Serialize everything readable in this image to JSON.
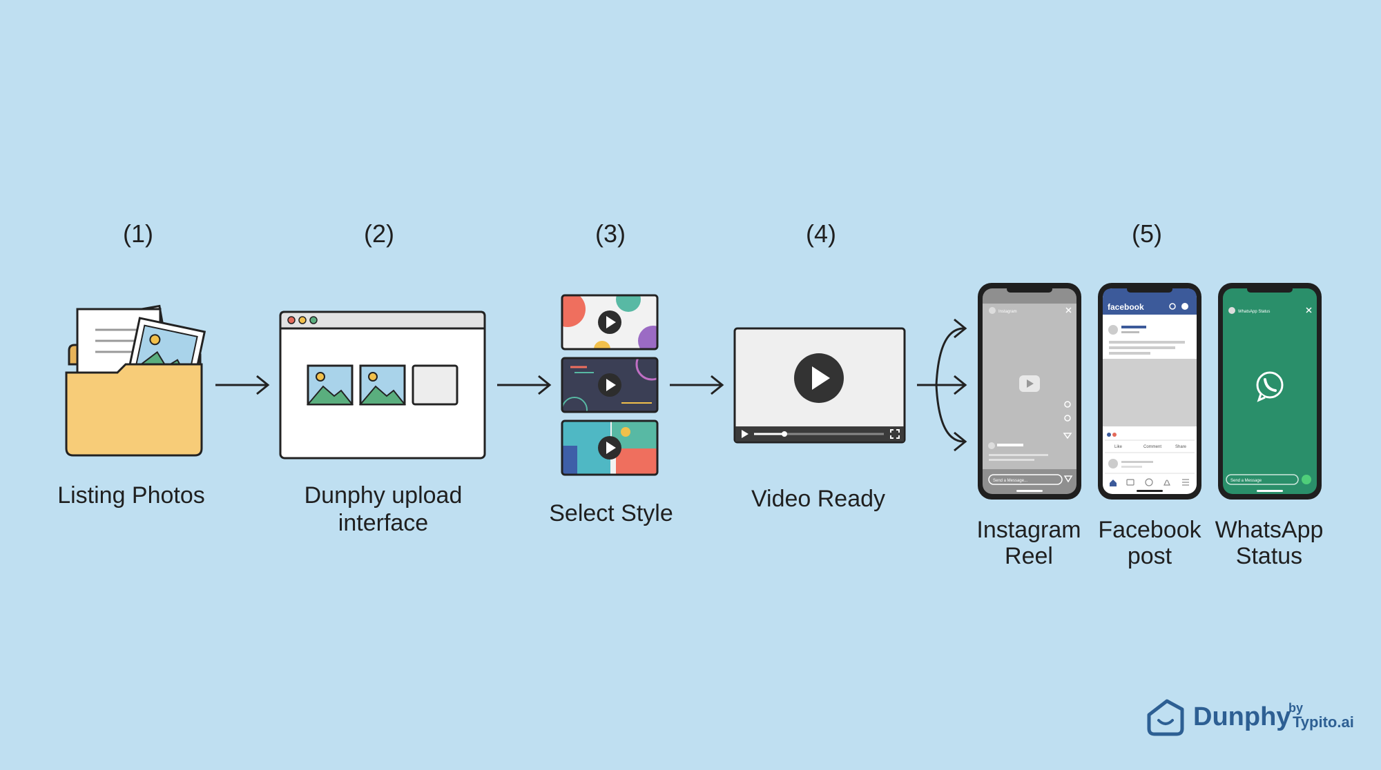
{
  "steps": [
    {
      "number": "(1)",
      "label": "Listing Photos"
    },
    {
      "number": "(2)",
      "label_line1": "Dunphy upload",
      "label_line2": "interface"
    },
    {
      "number": "(3)",
      "label": "Select Style"
    },
    {
      "number": "(4)",
      "label": "Video Ready"
    },
    {
      "number": "(5)"
    }
  ],
  "outputs": [
    {
      "line1": "Instagram",
      "line2": "Reel",
      "screen_title": "Instagram",
      "input_text": "Send a Message..."
    },
    {
      "line1": "Facebook",
      "line2": "post",
      "screen_title": "facebook",
      "actions": [
        "Like",
        "Comment",
        "Share"
      ]
    },
    {
      "line1": "WhatsApp",
      "line2": "Status",
      "screen_title": "WhatsApp Status",
      "input_text": "Send a Message"
    }
  ],
  "brand": {
    "name": "Dunphy",
    "by": "by",
    "sub": "Typito.ai",
    "color": "#2d5f93"
  },
  "colors": {
    "background": "#bfdff1",
    "folder": "#f7cc78",
    "whatsapp": "#2a8f6a",
    "facebook": "#3c5a9a"
  }
}
